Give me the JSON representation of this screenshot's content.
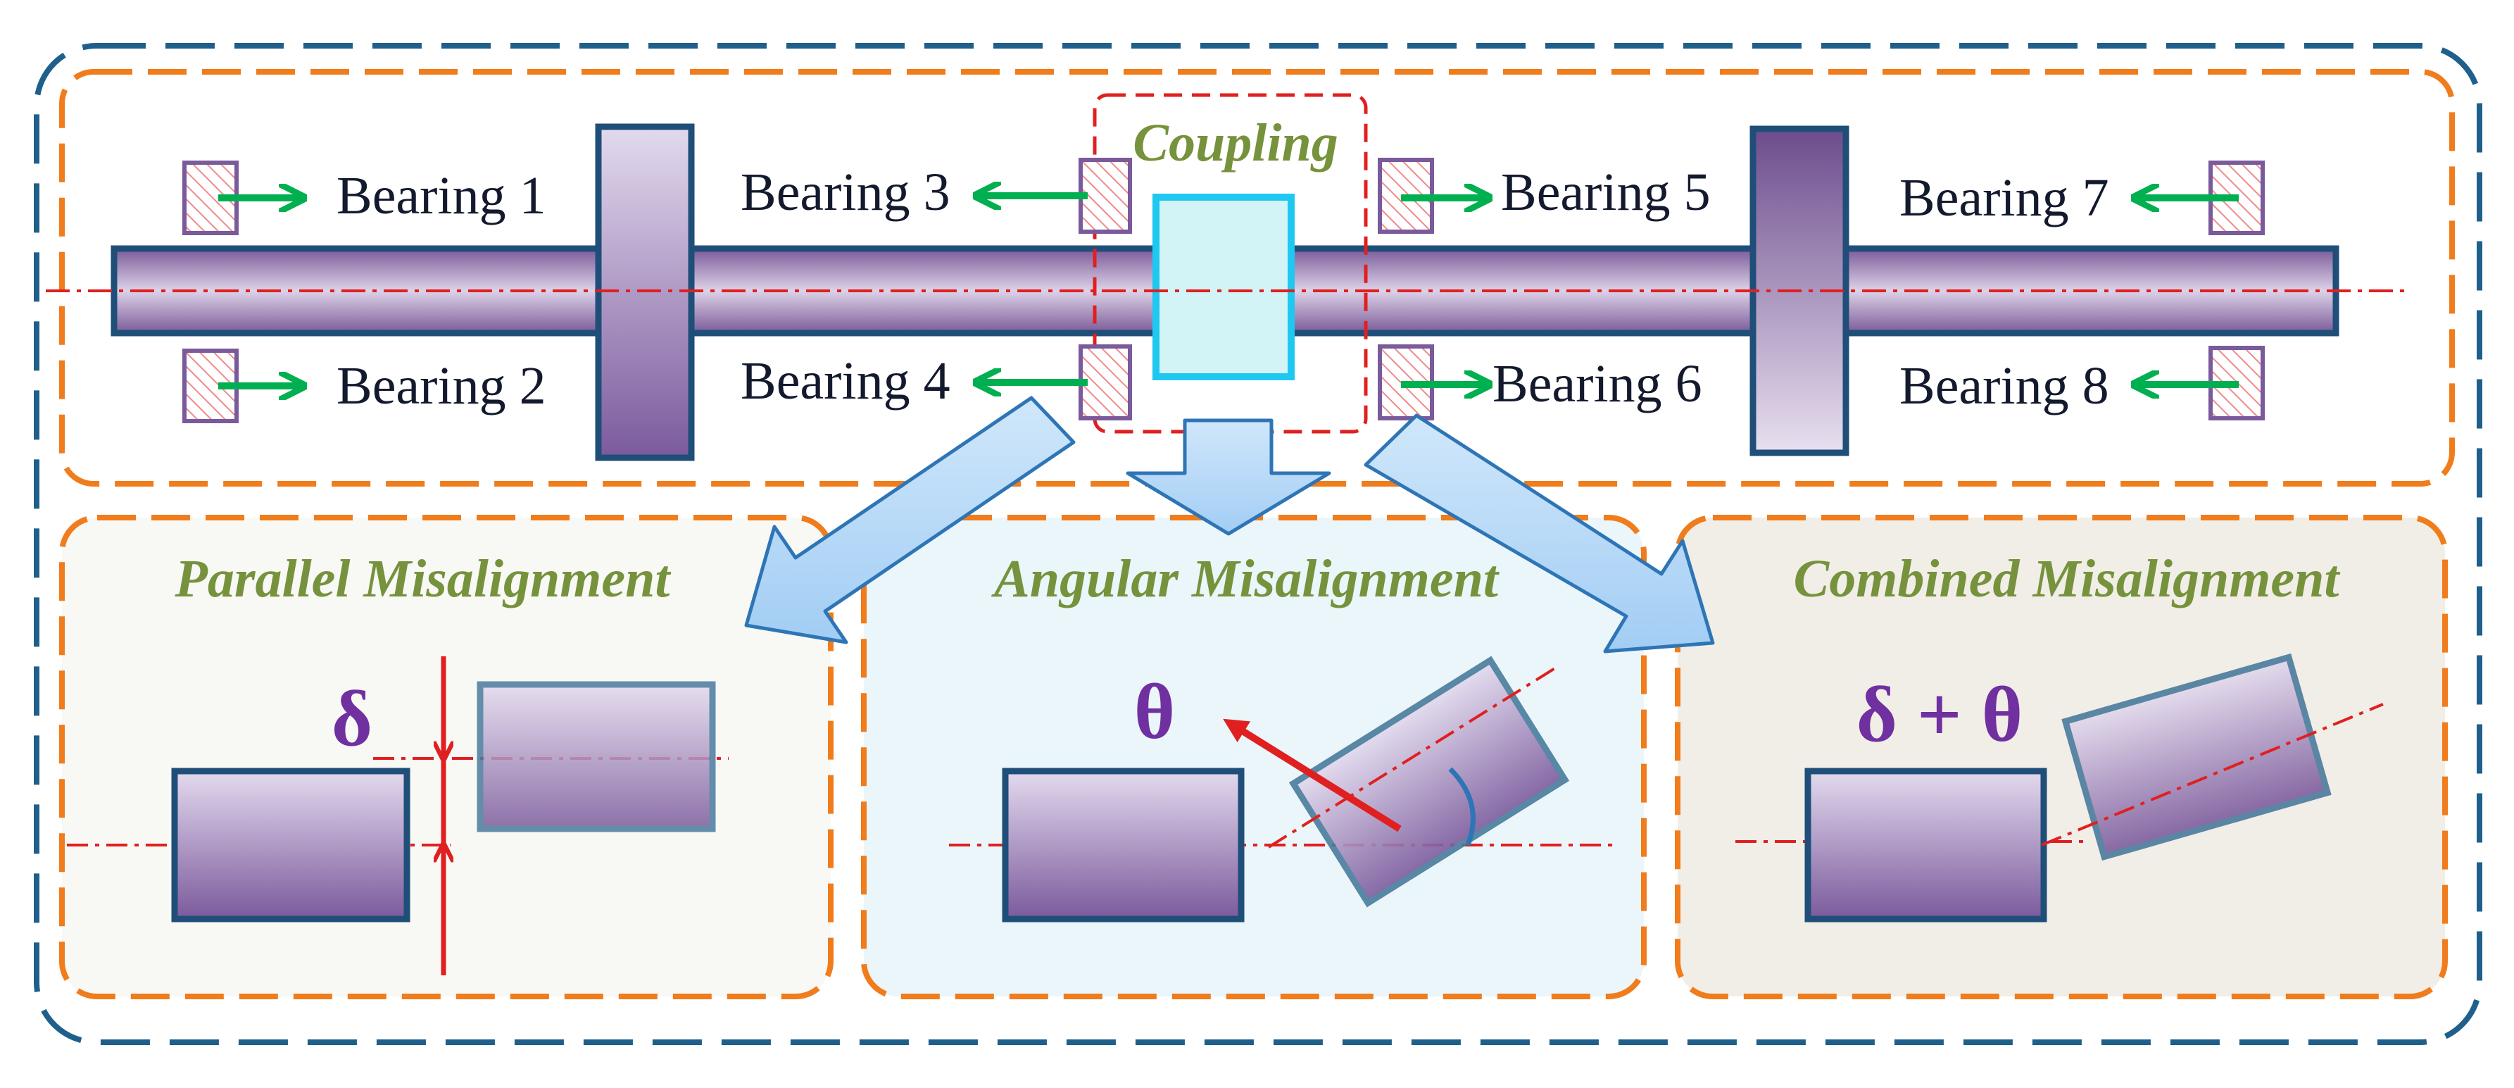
{
  "coupling_label": "Coupling",
  "bearings": [
    "Bearing 1",
    "Bearing 2",
    "Bearing 3",
    "Bearing 4",
    "Bearing 5",
    "Bearing 6",
    "Bearing 7",
    "Bearing 8"
  ],
  "panels": {
    "parallel": {
      "title": "Parallel Misalignment",
      "symbol": "δ"
    },
    "angular": {
      "title": "Angular Misalignment",
      "symbol": "θ"
    },
    "combined": {
      "title": "Combined Misalignment",
      "symbol": "δ + θ"
    }
  },
  "colors": {
    "outer_frame": "#1f5f8b",
    "section_frame": "#f07c1c",
    "coupling_frame": "#e02020",
    "coupling_block": "#1ec8f0",
    "arrow_green": "#00b050",
    "shaft_purple": "#7b5a9c",
    "title_green": "#76923c",
    "symbol_purple": "#7030a0",
    "centerline_red": "#e02020"
  },
  "icons": [
    "bearing-icon",
    "right-arrow-icon",
    "left-arrow-icon",
    "block-arrow-icon"
  ]
}
